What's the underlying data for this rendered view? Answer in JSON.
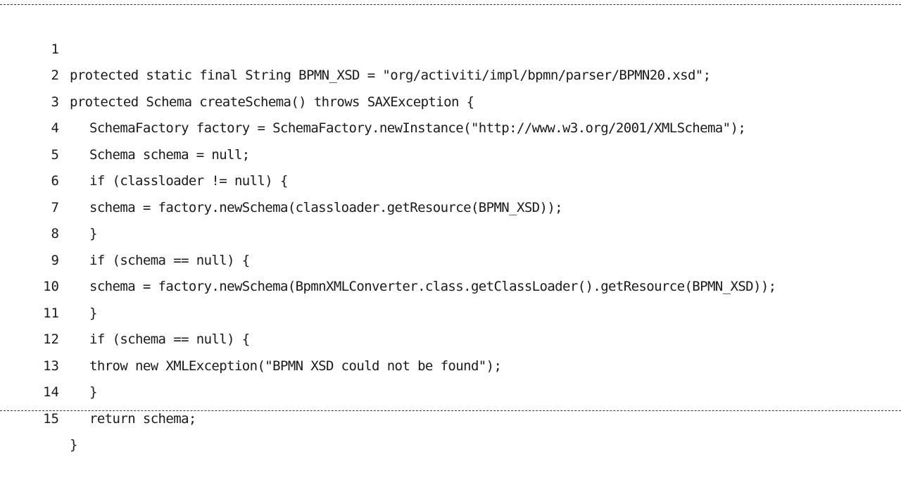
{
  "code": {
    "lines": [
      {
        "number": "1",
        "text": "protected static final String BPMN_XSD = \"org/activiti/impl/bpmn/parser/BPMN20.xsd\";"
      },
      {
        "number": "2",
        "text": "protected Schema createSchema() throws SAXException {"
      },
      {
        "number": "3",
        "text": "SchemaFactory factory = SchemaFactory.newInstance(\"http://www.w3.org/2001/XMLSchema\");"
      },
      {
        "number": "4",
        "text": "Schema schema = null;"
      },
      {
        "number": "5",
        "text": "if (classloader != null) {"
      },
      {
        "number": "6",
        "text": "schema = factory.newSchema(classloader.getResource(BPMN_XSD));"
      },
      {
        "number": "7",
        "text": "}"
      },
      {
        "number": "8",
        "text": "if (schema == null) {"
      },
      {
        "number": "9",
        "text": "schema = factory.newSchema(BpmnXMLConverter.class.getClassLoader().getResource(BPMN_XSD));"
      },
      {
        "number": "10",
        "text": "}"
      },
      {
        "number": "11",
        "text": "if (schema == null) {"
      },
      {
        "number": "12",
        "text": "throw new XMLException(\"BPMN XSD could not be found\");"
      },
      {
        "number": "13",
        "text": "}"
      },
      {
        "number": "14",
        "text": "return schema;"
      },
      {
        "number": "15",
        "text": "}"
      }
    ]
  }
}
